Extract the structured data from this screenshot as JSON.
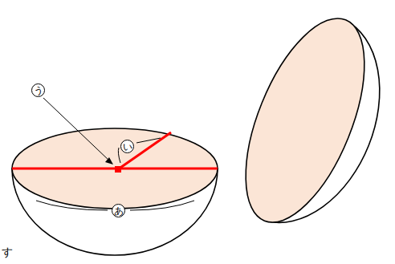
{
  "diagram": {
    "labels": [
      "う",
      "い",
      "あ",
      "す"
    ]
  }
}
